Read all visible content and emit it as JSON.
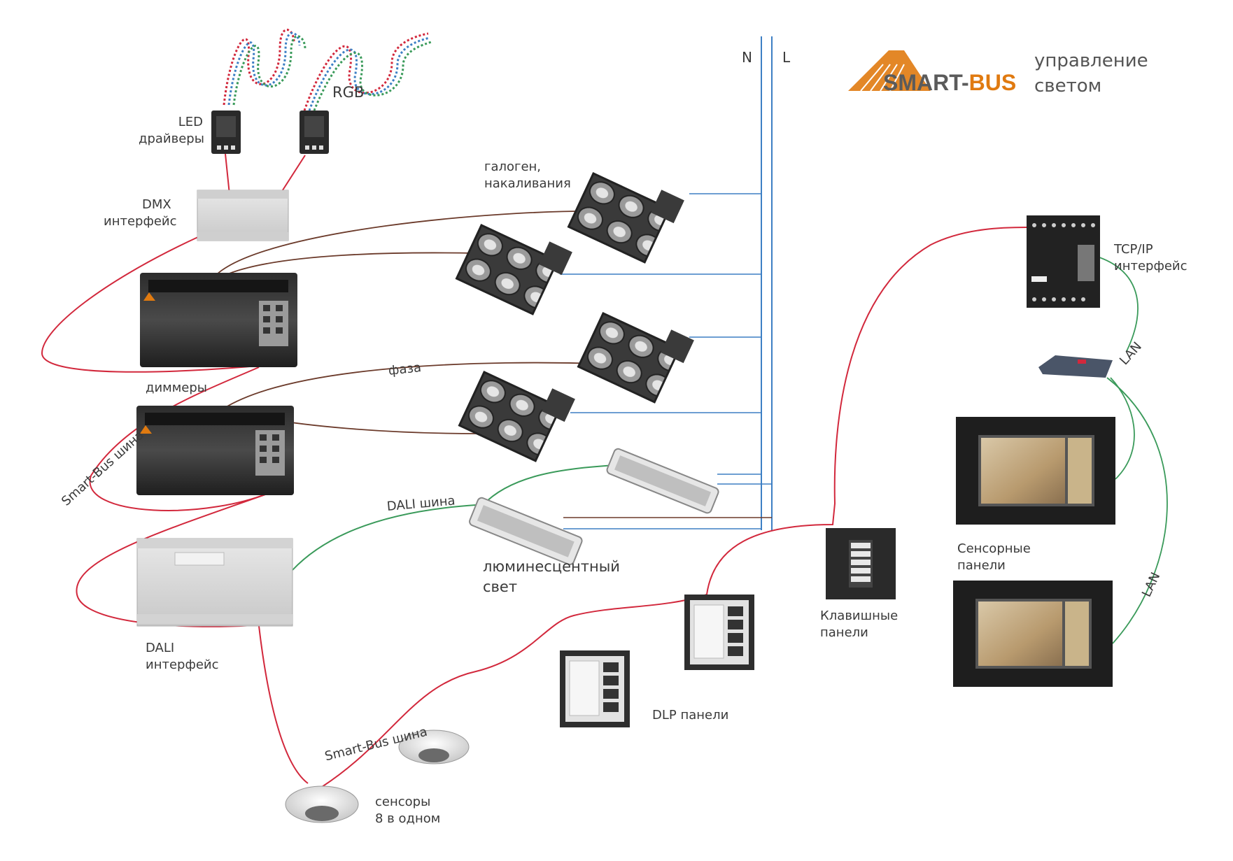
{
  "logo": {
    "brand_part1": "SMART-",
    "brand_part2": "BUS",
    "tagline_line1": "управление",
    "tagline_line2": "светом"
  },
  "labels": {
    "neutral": "N",
    "line": "L",
    "rgb": "RGB",
    "led_drivers_line1": "LED",
    "led_drivers_line2": "драйверы",
    "dmx_line1": "DMX",
    "dmx_line2": "интерфейс",
    "halogen_line1": "галоген,",
    "halogen_line2": "накаливания",
    "dimmers": "диммеры",
    "phase": "фаза",
    "smartbus_bus_1": "Smart-Bus шина",
    "dali_bus": "DALI шина",
    "fluorescent_line1": "люминесцентный",
    "fluorescent_line2": "свет",
    "dali_interface_line1": "DALI",
    "dali_interface_line2": "интерфейс",
    "smartbus_bus_2": "Smart-Bus шина",
    "sensors_line1": "сенсоры",
    "sensors_line2": "8 в одном",
    "dlp_panels": "DLP панели",
    "key_panels_line1": "Клавишные",
    "key_panels_line2": "панели",
    "touch_panels_line1": "Сенсорные",
    "touch_panels_line2": "панели",
    "tcpip_line1": "TCP/IP",
    "tcpip_line2": "интерфейс",
    "lan_1": "LAN",
    "lan_2": "LAN"
  },
  "colors": {
    "smartbus_wire": "#d2283c",
    "power_wire": "#3d7fc4",
    "dali_wire": "#3a9a5a",
    "phase_wire": "#6b3a2a",
    "lan_wire": "#3a9a5a",
    "brand_orange": "#e07a10"
  }
}
